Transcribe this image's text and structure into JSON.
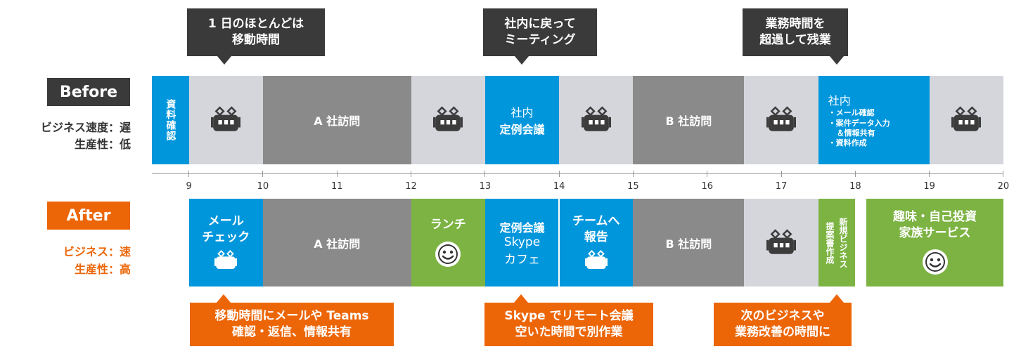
{
  "callouts_top": [
    {
      "text": "1 日のほとんどは\n移動時間"
    },
    {
      "text": "社内に戻って\nミーティング"
    },
    {
      "text": "業務時間を\n超過して残業"
    }
  ],
  "callouts_bottom": [
    {
      "text": "移動時間にメールや Teams\n確認・返信、情報共有"
    },
    {
      "text": "Skype でリモート会議\n空いた時間で別作業"
    },
    {
      "text": "次のビジネスや\n業務改善の時間に"
    }
  ],
  "before": {
    "label": "Before",
    "sub1": "ビジネス速度：遅",
    "sub2": "生産性：低",
    "label_color": "#3a3a3a",
    "segments": [
      {
        "start": 8.5,
        "end": 9,
        "color": "blue",
        "kind": "vertical",
        "text": "資料確認"
      },
      {
        "start": 9,
        "end": 10,
        "color": "lgray",
        "kind": "train"
      },
      {
        "start": 10,
        "end": 12,
        "color": "dgray",
        "kind": "text",
        "text": "A 社訪問"
      },
      {
        "start": 12,
        "end": 13,
        "color": "lgray",
        "kind": "train"
      },
      {
        "start": 13,
        "end": 14,
        "color": "blue",
        "kind": "two",
        "text1": "社内",
        "text2": "定例会議"
      },
      {
        "start": 14,
        "end": 15,
        "color": "lgray",
        "kind": "train"
      },
      {
        "start": 15,
        "end": 16.5,
        "color": "dgray",
        "kind": "text",
        "text": "B 社訪問"
      },
      {
        "start": 16.5,
        "end": 17.5,
        "color": "lgray",
        "kind": "train"
      },
      {
        "start": 17.5,
        "end": 19,
        "color": "blue",
        "kind": "list",
        "title": "社内",
        "items": [
          "・メール確認",
          "・案件データ入力",
          "＆情報共有",
          "・資料作成"
        ]
      },
      {
        "start": 19,
        "end": 20,
        "color": "lgray",
        "kind": "train"
      }
    ]
  },
  "after": {
    "label": "After",
    "sub1": "ビジネス：速",
    "sub2": "生産性：高",
    "label_color": "#ec6608",
    "segments": [
      {
        "start": 9,
        "end": 10,
        "color": "blue",
        "kind": "text-train",
        "text": "メール\nチェック"
      },
      {
        "start": 10,
        "end": 12,
        "color": "dgray",
        "kind": "text",
        "text": "A 社訪問"
      },
      {
        "start": 12,
        "end": 13,
        "color": "green",
        "kind": "text-smile",
        "text": "ランチ"
      },
      {
        "start": 13,
        "end": 14,
        "color": "blue",
        "kind": "three",
        "text1": "定例会議",
        "text2": "Skype",
        "text3": "カフェ"
      },
      {
        "start": 14,
        "end": 15,
        "color": "blue",
        "kind": "text-train",
        "text": "チームへ\n報告"
      },
      {
        "start": 15,
        "end": 16.5,
        "color": "dgray",
        "kind": "text",
        "text": "B 社訪問"
      },
      {
        "start": 16.5,
        "end": 17.5,
        "color": "lgray",
        "kind": "train"
      },
      {
        "start": 17.5,
        "end": 18,
        "color": "green",
        "kind": "vertical2",
        "col1": "新規ビジネス",
        "col2": "提案書作成"
      },
      {
        "start": 18.15,
        "end": 20,
        "color": "green",
        "kind": "text-smile",
        "text": "趣味・自己投資\n家族サービス"
      }
    ]
  },
  "axis": {
    "ticks": [
      9,
      10,
      11,
      12,
      13,
      14,
      15,
      16,
      17,
      18,
      19,
      20
    ],
    "min": 8.5,
    "max": 20
  },
  "colors": {
    "blue": "#0096dc",
    "light_gray": "#d4d6dc",
    "dark_gray": "#8a8a8a",
    "green": "#7cb342",
    "orange": "#ec6608",
    "callout_dark": "#3a3a3a"
  },
  "icons": {
    "train": "train-icon",
    "smile": "smile-icon"
  }
}
